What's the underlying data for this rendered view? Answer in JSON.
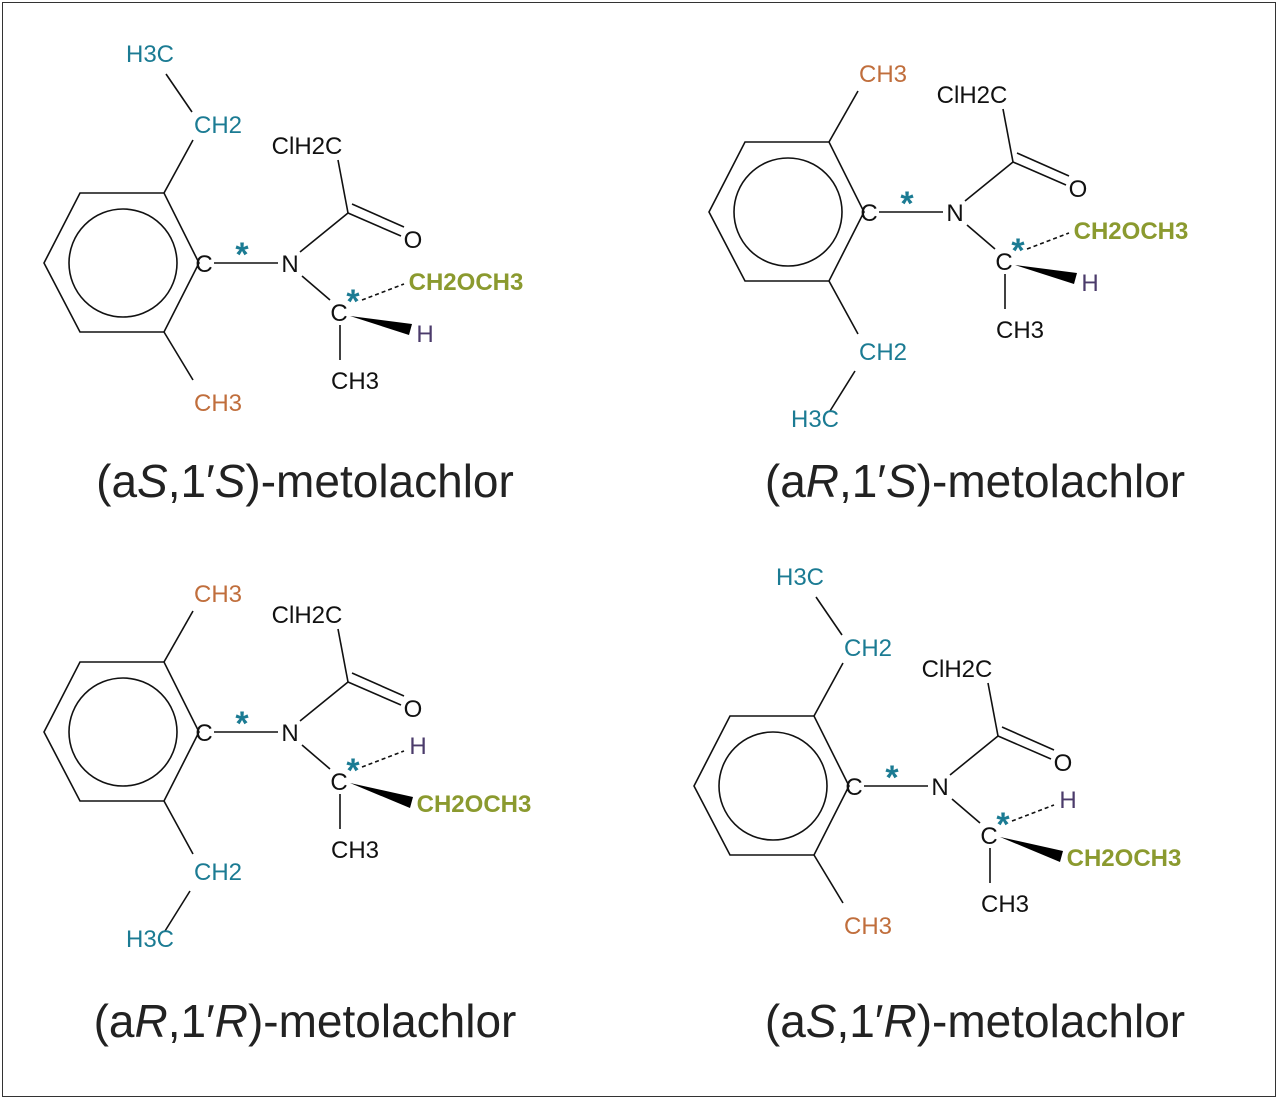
{
  "colors": {
    "ethyl": "#1b7b93",
    "methyl_ring": "#c06e3c",
    "methoxymethyl": "#8b9a2f",
    "hydrogen": "#4b3b6b",
    "stereo_marker": "#1b7b93",
    "bond": "#111111"
  },
  "labels": {
    "h3c": "H3C",
    "ch2": "CH2",
    "ch3": "CH3",
    "clh2c": "ClH2C",
    "o": "O",
    "n": "N",
    "c": "C",
    "h": "H",
    "ch2och3": "CH2OCH3",
    "asterisk": "*"
  },
  "molecules": [
    {
      "caption": "(aS,1′S)-metolachlor",
      "ring_top": "ethyl",
      "config": "S"
    },
    {
      "caption": "(aR,1′S)-metolachlor",
      "ring_top": "methyl",
      "config": "S"
    },
    {
      "caption": "(aR,1′R)-metolachlor",
      "ring_top": "methyl",
      "config": "R"
    },
    {
      "caption": "(aS,1′R)-metolachlor",
      "ring_top": "ethyl",
      "config": "R"
    }
  ]
}
